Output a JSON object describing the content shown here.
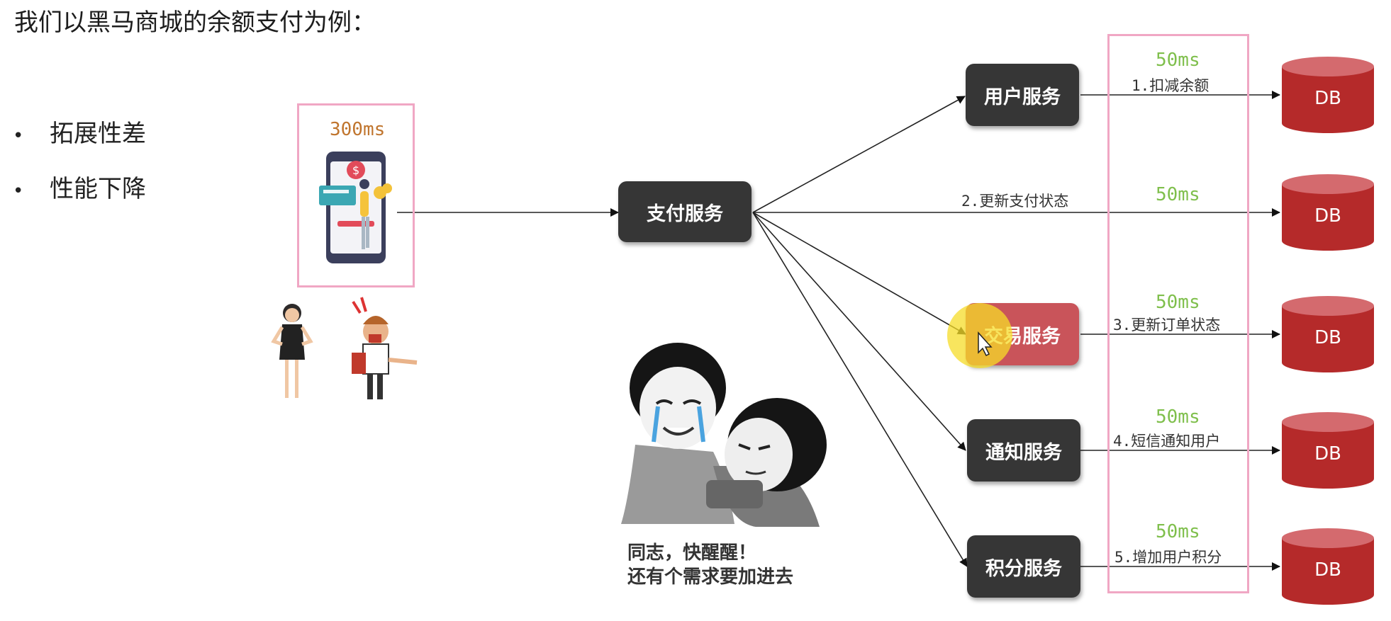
{
  "title": "我们以黑马商城的余额支付为例：",
  "bullets": [
    "拓展性差",
    "性能下降"
  ],
  "client": {
    "latency": "300ms"
  },
  "pay_service": {
    "label": "支付服务"
  },
  "services": [
    {
      "label": "用户服务",
      "action": "1.扣减余额",
      "latency": "50ms",
      "db": "DB"
    },
    {
      "label": "",
      "action": "2.更新支付状态",
      "latency": "50ms",
      "db": "DB"
    },
    {
      "label": "交易服务",
      "action": "3.更新订单状态",
      "latency": "50ms",
      "db": "DB"
    },
    {
      "label": "通知服务",
      "action": "4.短信通知用户",
      "latency": "50ms",
      "db": "DB"
    },
    {
      "label": "积分服务",
      "action": "5.增加用户积分",
      "latency": "50ms",
      "db": "DB"
    }
  ],
  "meme_caption": [
    "同志，快醒醒！",
    "还有个需求要加进去"
  ],
  "colors": {
    "service_box": "#363636",
    "highlight_box": "#c9545a",
    "db": "#b52a2a",
    "latency_green": "#7fbf4c",
    "latency_orange": "#c0752e",
    "frame_pink": "#f0a7c4"
  }
}
